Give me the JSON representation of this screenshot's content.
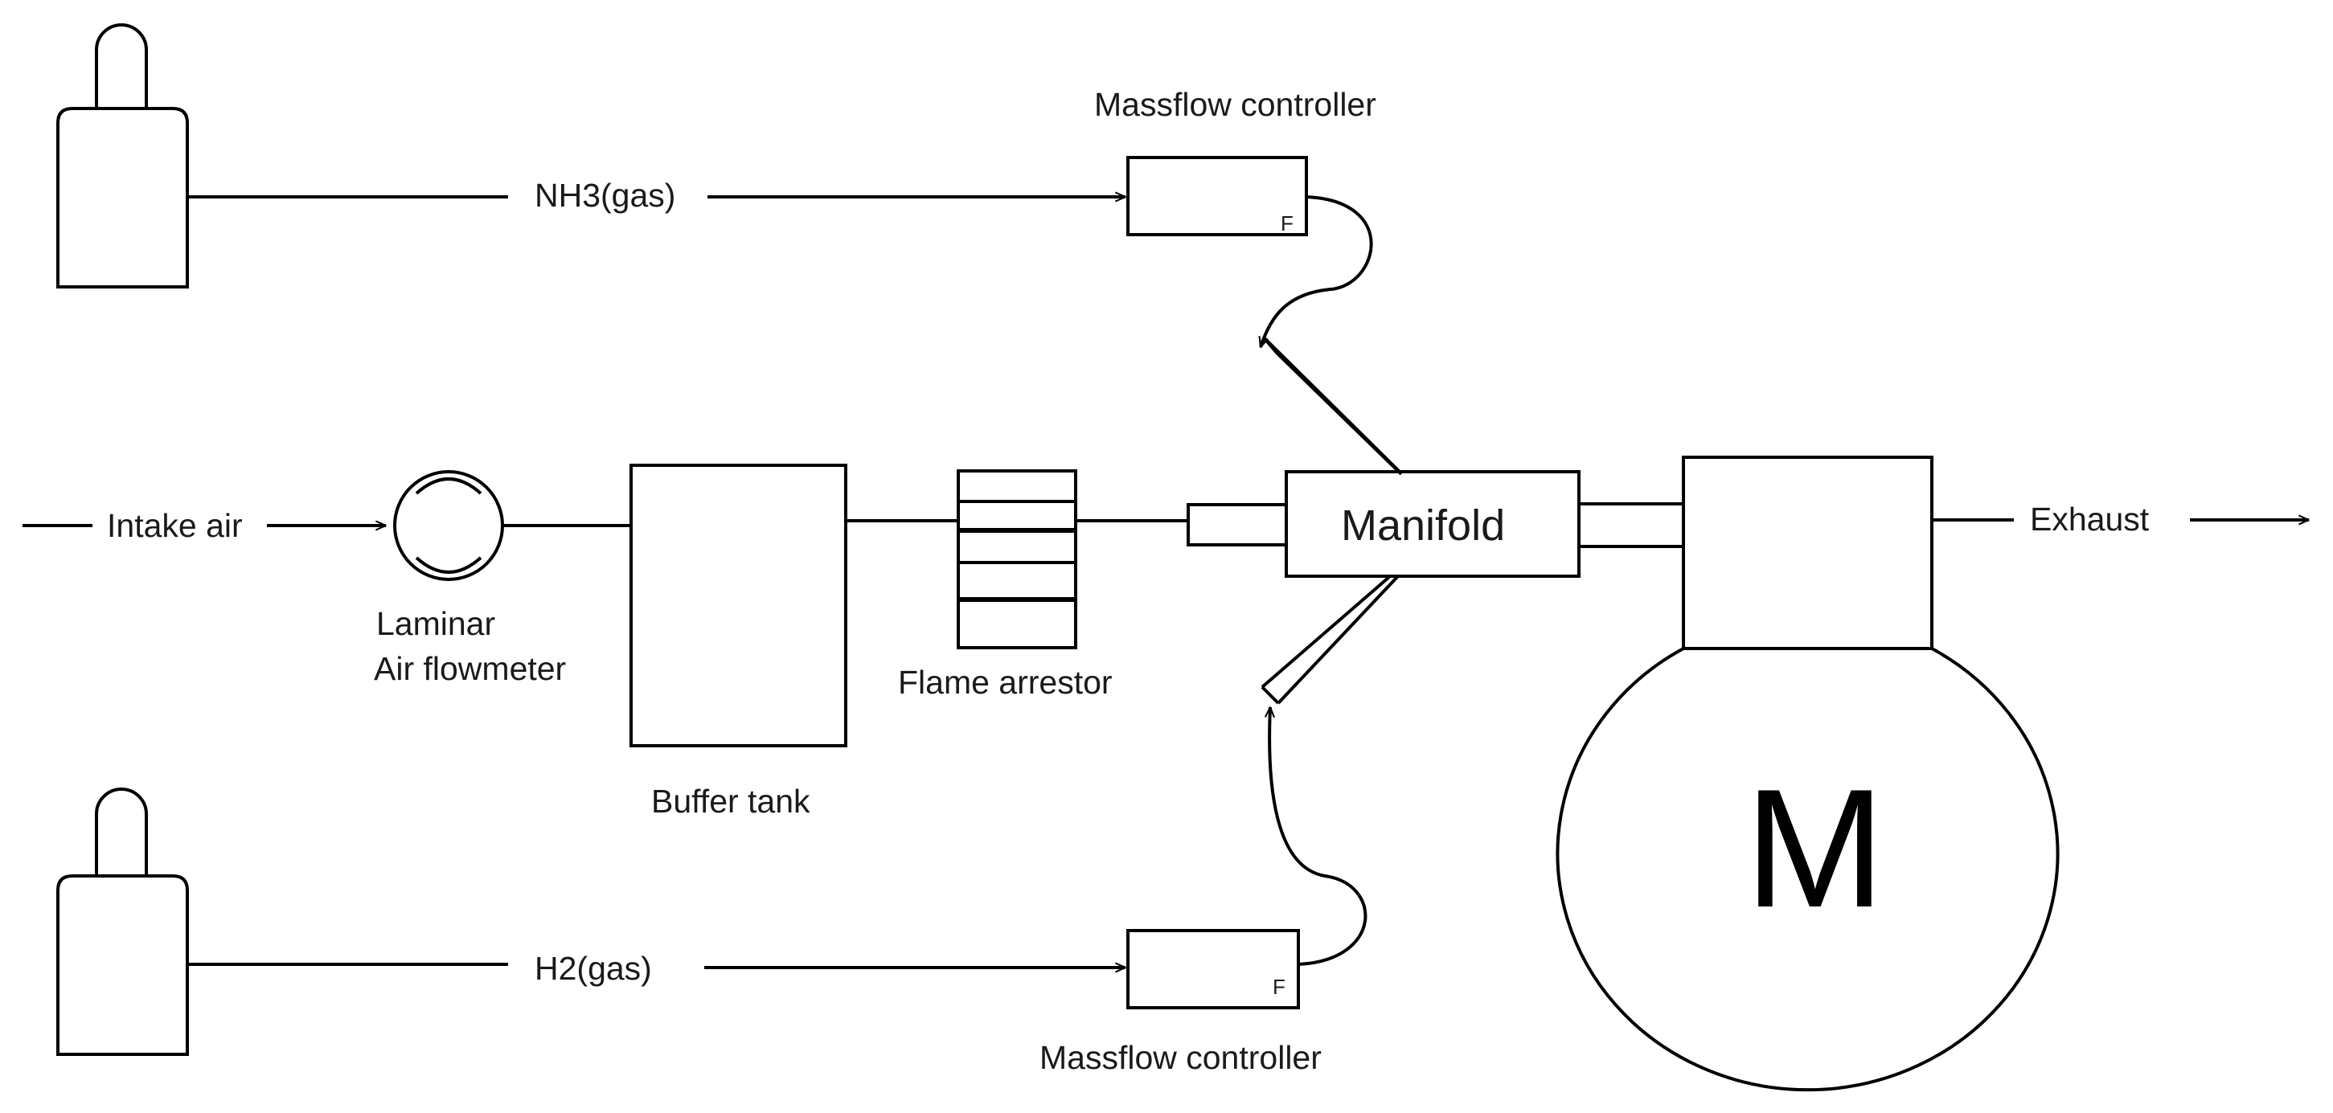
{
  "labels": {
    "nh3_line": "NH3(gas)",
    "h2_line": "H2(gas)",
    "mfc_top": "Massflow controller",
    "mfc_bottom": "Massflow controller",
    "mfc_flag": "F",
    "intake_air": "Intake air",
    "flowmeter_line1": "Laminar",
    "flowmeter_line2": "Air flowmeter",
    "buffer_tank": "Buffer tank",
    "flame_arrestor": "Flame arrestor",
    "manifold": "Manifold",
    "exhaust": "Exhaust",
    "motor": "M"
  }
}
